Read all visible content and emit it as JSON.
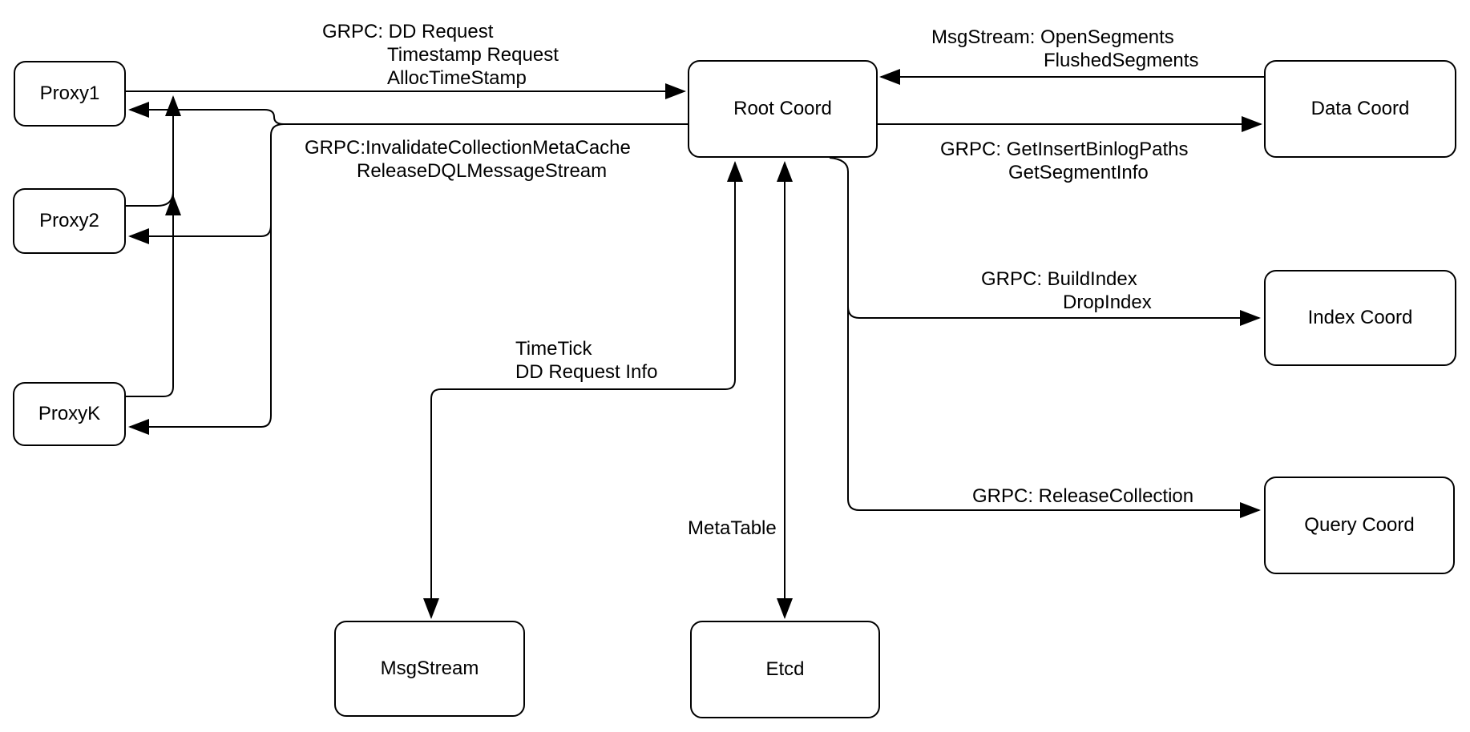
{
  "nodes": {
    "proxy1": "Proxy1",
    "proxy2": "Proxy2",
    "proxyk": "ProxyK",
    "root": "Root Coord",
    "data": "Data Coord",
    "index": "Index Coord",
    "query": "Query Coord",
    "msgstream": "MsgStream",
    "etcd": "Etcd"
  },
  "edge_labels": {
    "proxies_to_root": [
      "GRPC: DD Request",
      "Timestamp Request",
      "AllocTimeStamp"
    ],
    "root_to_proxies": [
      "GRPC:InvalidateCollectionMetaCache",
      "ReleaseDQLMessageStream"
    ],
    "data_to_root": [
      "MsgStream: OpenSegments",
      "FlushedSegments"
    ],
    "root_to_data": [
      "GRPC: GetInsertBinlogPaths",
      "GetSegmentInfo"
    ],
    "root_to_index": [
      "GRPC: BuildIndex",
      "DropIndex"
    ],
    "root_to_query": [
      "GRPC: ReleaseCollection"
    ],
    "root_to_msgstream": [
      "TimeTick",
      "DD Request Info"
    ],
    "root_to_etcd": [
      "MetaTable"
    ]
  },
  "edges": [
    {
      "from": "Proxy1",
      "to": "Root Coord",
      "label_key": "proxies_to_root",
      "bidirectional": false
    },
    {
      "from": "Proxy2",
      "to": "Root Coord",
      "label_key": "proxies_to_root",
      "bidirectional": false
    },
    {
      "from": "ProxyK",
      "to": "Root Coord",
      "label_key": "proxies_to_root",
      "bidirectional": false
    },
    {
      "from": "Root Coord",
      "to": "Proxy1",
      "label_key": "root_to_proxies",
      "bidirectional": false
    },
    {
      "from": "Root Coord",
      "to": "Proxy2",
      "label_key": "root_to_proxies",
      "bidirectional": false
    },
    {
      "from": "Root Coord",
      "to": "ProxyK",
      "label_key": "root_to_proxies",
      "bidirectional": false
    },
    {
      "from": "Data Coord",
      "to": "Root Coord",
      "label_key": "data_to_root",
      "bidirectional": false
    },
    {
      "from": "Root Coord",
      "to": "Data Coord",
      "label_key": "root_to_data",
      "bidirectional": false
    },
    {
      "from": "Root Coord",
      "to": "Index Coord",
      "label_key": "root_to_index",
      "bidirectional": false
    },
    {
      "from": "Root Coord",
      "to": "Query Coord",
      "label_key": "root_to_query",
      "bidirectional": false
    },
    {
      "from": "Root Coord",
      "to": "MsgStream",
      "label_key": "root_to_msgstream",
      "bidirectional": true
    },
    {
      "from": "Root Coord",
      "to": "Etcd",
      "label_key": "root_to_etcd",
      "bidirectional": true
    }
  ],
  "colors": {
    "stroke": "#000000",
    "node_fill": "#ffffff",
    "background": "#ffffff",
    "text": "#000000"
  }
}
